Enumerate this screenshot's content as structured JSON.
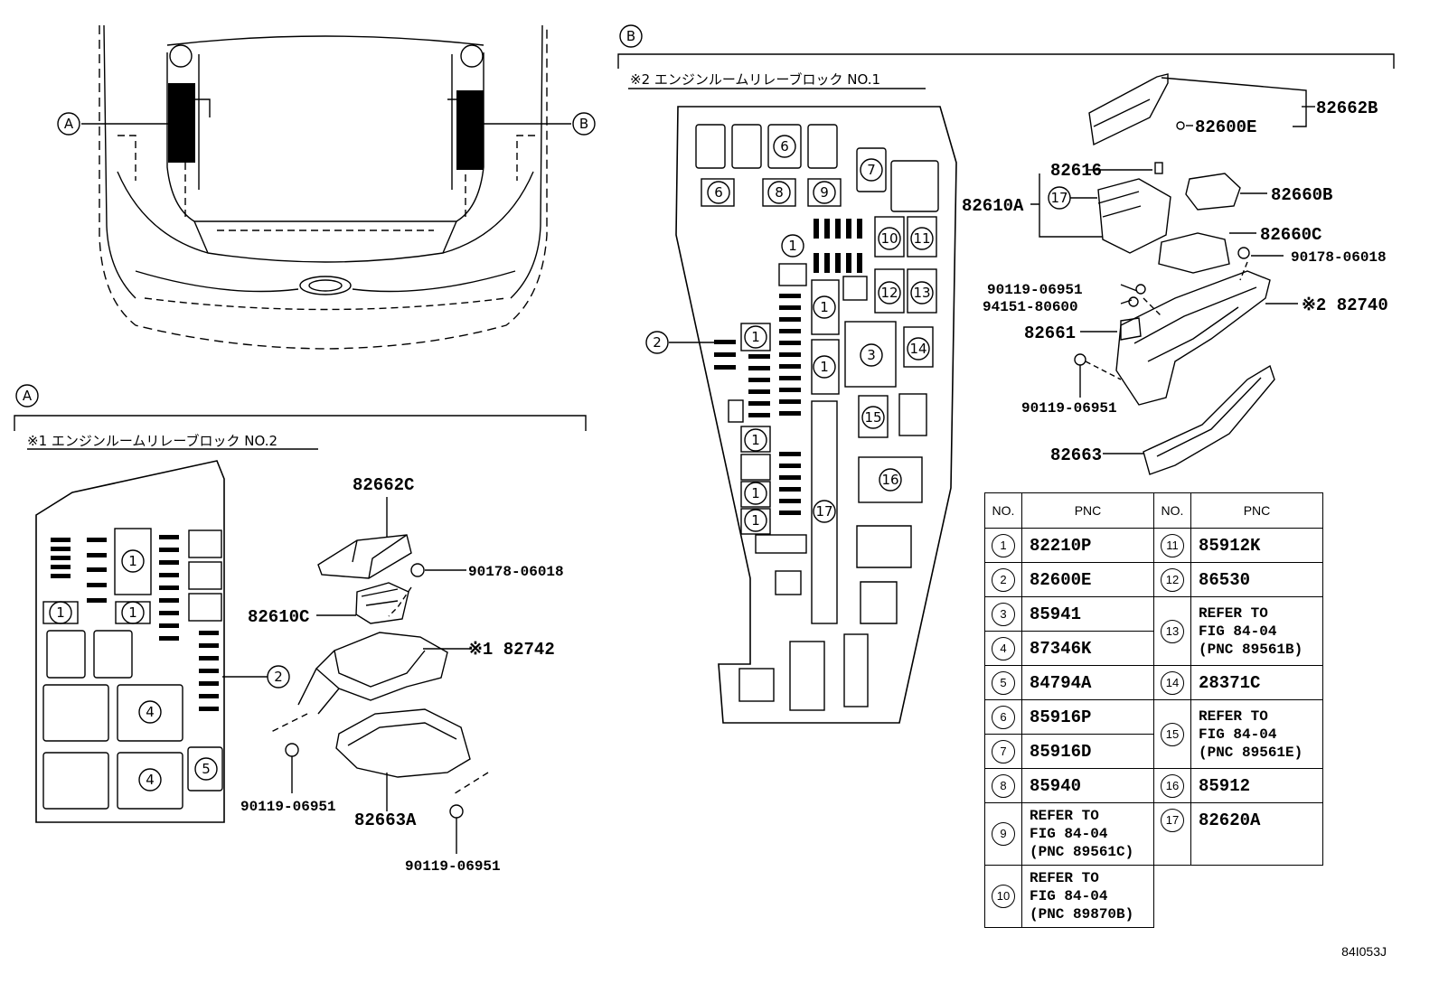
{
  "car_view": {
    "callout_a": "A",
    "callout_b": "B"
  },
  "section_a": {
    "marker": "A",
    "title": "※1 エンジンルームリレーブロック NO.2",
    "block_labels": {
      "c1a": "1",
      "c1b": "1",
      "c1c": "1",
      "c2": "2",
      "c4a": "4",
      "c4b": "4",
      "c5": "5"
    },
    "parts": {
      "cover": "82662C",
      "nut": "90178-06018",
      "block": "82610C",
      "box": "※1 82742",
      "lower": "82663A",
      "bolt1": "90119-06951",
      "bolt2": "90119-06951"
    }
  },
  "section_b": {
    "marker": "B",
    "title": "※2 エンジンルームリレーブロック NO.1",
    "block_labels": {
      "n6a": "6",
      "n6b": "6",
      "n7": "7",
      "n8": "8",
      "n9": "9",
      "n1a": "1",
      "n1b": "1",
      "n1c": "1",
      "n1d": "1",
      "n1e": "1",
      "n1f": "1",
      "n1g": "1",
      "n10": "10",
      "n11": "11",
      "n12": "12",
      "n13": "13",
      "n14": "14",
      "n3": "3",
      "n15": "15",
      "n16": "16",
      "n17": "17",
      "n2": "2"
    },
    "parts": {
      "cover": "82662B",
      "clip": "82600E",
      "p82616": "82616",
      "assy": "82610A",
      "c17": "17",
      "relay_b": "82660B",
      "relay_c": "82660C",
      "nut": "90178-06018",
      "bolt1": "90119-06951",
      "nut2": "94151-80600",
      "box": "※2 82740",
      "bracket": "82661",
      "bolt2": "90119-06951",
      "lower": "82663"
    }
  },
  "table": {
    "head_no": "NO.",
    "head_pnc": "PNC",
    "left": [
      {
        "no": "1",
        "pnc": "82210P"
      },
      {
        "no": "2",
        "pnc": "82600E"
      },
      {
        "no": "3",
        "pnc": "85941"
      },
      {
        "no": "4",
        "pnc": "87346K"
      },
      {
        "no": "5",
        "pnc": "84794A"
      },
      {
        "no": "6",
        "pnc": "85916P"
      },
      {
        "no": "7",
        "pnc": "85916D"
      },
      {
        "no": "8",
        "pnc": "85940"
      },
      {
        "no": "9",
        "pnc": "REFER TO\nFIG 84-04\n(PNC 89561C)"
      },
      {
        "no": "10",
        "pnc": "REFER TO\nFIG 84-04\n(PNC 89870B)"
      }
    ],
    "right": [
      {
        "no": "11",
        "pnc": "85912K"
      },
      {
        "no": "12",
        "pnc": "86530"
      },
      {
        "no": "13",
        "pnc": "REFER TO\nFIG 84-04\n(PNC 89561B)"
      },
      {
        "no": "14",
        "pnc": "28371C"
      },
      {
        "no": "15",
        "pnc": "REFER TO\nFIG 84-04\n(PNC 89561E)"
      },
      {
        "no": "16",
        "pnc": "85912"
      },
      {
        "no": "17",
        "pnc": "82620A"
      }
    ]
  },
  "figure_code": "84I053J"
}
